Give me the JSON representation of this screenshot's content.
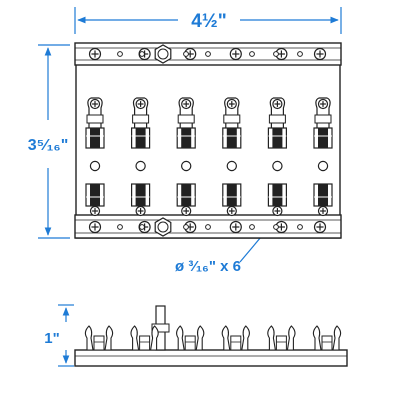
{
  "dimensions": {
    "width_label": "4½\"",
    "height_label": "3⁵⁄₁₆\"",
    "hole_label": "ø ³⁄₁₆\" x 6",
    "side_height_label": "1\""
  },
  "colors": {
    "dimension": "#1e7bd6",
    "outline": "#222222",
    "background": "#ffffff"
  },
  "fuse_count": 6
}
